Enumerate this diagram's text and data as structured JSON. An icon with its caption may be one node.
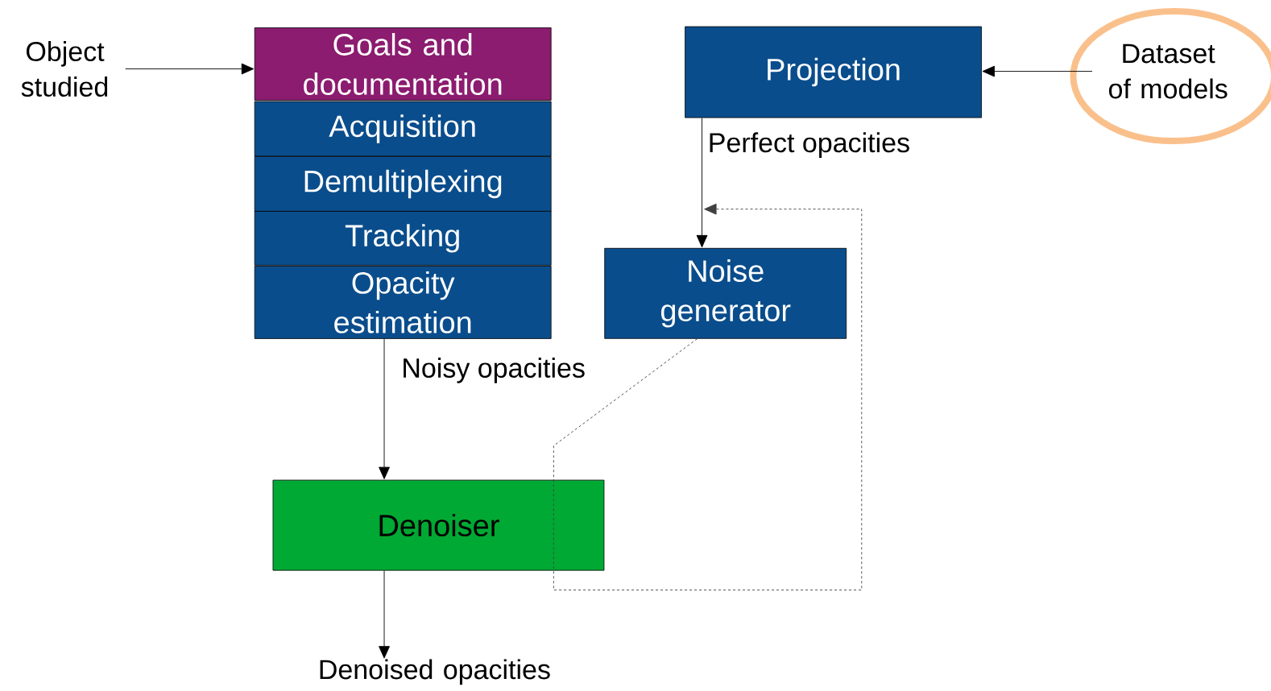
{
  "diagram": {
    "nodes": [
      {
        "text": [
          "Object studied"
        ]
      },
      {
        "text": [
          "Goals and documentation"
        ]
      },
      {
        "text": [
          "Acquisition"
        ]
      },
      {
        "text": [
          "Demultiplexing"
        ]
      },
      {
        "text": [
          "Tracking"
        ]
      },
      {
        "text": [
          "Opacity estimation"
        ]
      },
      {
        "text": [
          "Projection"
        ]
      },
      {
        "text": [
          "Dataset of models"
        ]
      },
      {
        "text": [
          "Noise generator"
        ]
      },
      {
        "text": [
          "Denoiser"
        ]
      },
      {
        "text": [
          "Denoised opacities"
        ]
      }
    ],
    "edges": [
      {
        "from": 0,
        "to": 1,
        "arrow": "to"
      },
      {
        "from": 7,
        "to": 6,
        "arrow": "to"
      },
      {
        "from": 6,
        "to": 8,
        "arrow": "to",
        "label": "Perfect opacities"
      },
      {
        "from": 8,
        "to": null,
        "arrow": "to",
        "style": "dashed"
      },
      {
        "from": 5,
        "to": 9,
        "arrow": "to",
        "label": "Noisy opacities"
      },
      {
        "from": 9,
        "to": 10,
        "arrow": "to"
      }
    ]
  }
}
